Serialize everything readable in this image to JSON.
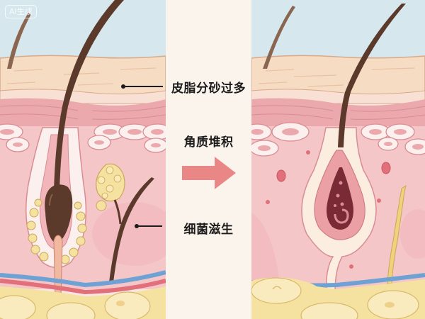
{
  "watermark": {
    "text": "AI生成"
  },
  "labels": {
    "excess_sebum": "皮脂分砂过多",
    "keratin_buildup": "角质堆积",
    "bacteria_growth": "细菌滋生"
  },
  "arrow": {
    "direction": "right",
    "color": "#e98686"
  },
  "panels": {
    "left": {
      "state": "healthy-follicle"
    },
    "right": {
      "state": "clogged-inflamed-follicle"
    }
  },
  "colors": {
    "sky": "#d6e8ee",
    "epidermis": "#f6dcc2",
    "dermis": "#f4c6c8",
    "dermis_band": "#eba8ad",
    "fat": "#f6e2a0",
    "vein": "#6fa2d4",
    "artery": "#e2707a",
    "hair": "#5b3a2c",
    "center_bg": "#fbf4ec",
    "pus_core": "#7a2a35"
  }
}
